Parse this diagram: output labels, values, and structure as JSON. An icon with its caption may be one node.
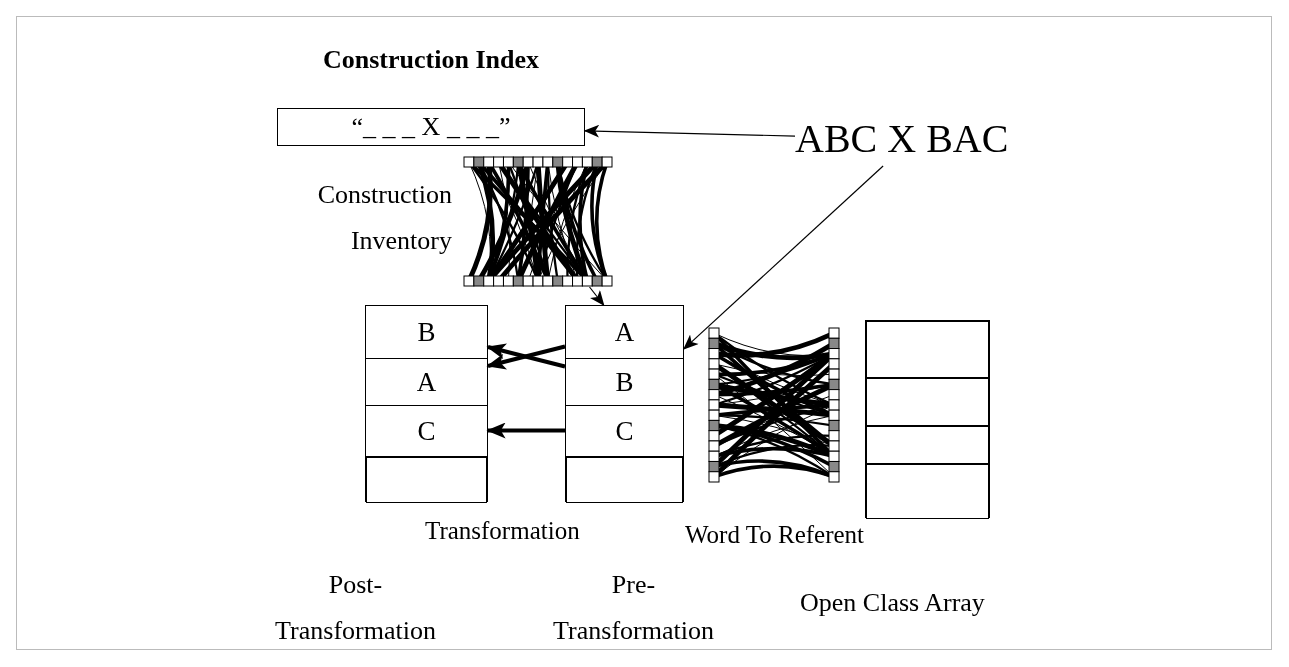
{
  "diagram": {
    "nodes": [
      {
        "text": [
          "Construction Index",
          "“_ _ _ X _ _ _”"
        ]
      },
      {
        "text": [
          "ABC X BAC"
        ]
      },
      {
        "text": [],
        "shape": "picture",
        "beside": [
          "Construction Inventory"
        ]
      },
      {
        "text": [],
        "shape": "box",
        "beside": [
          "Post- Transformation"
        ]
      },
      {
        "text": [
          "B"
        ],
        "in": 3
      },
      {
        "text": [
          "A"
        ],
        "in": 3
      },
      {
        "text": [
          "C"
        ],
        "in": 3
      },
      {
        "text": [],
        "shape": "box",
        "in": 3
      },
      {
        "text": [],
        "shape": "box",
        "beside": [
          "Pre- Transformation"
        ]
      },
      {
        "text": [
          "A"
        ],
        "in": 8
      },
      {
        "text": [
          "B"
        ],
        "in": 8
      },
      {
        "text": [
          "C"
        ],
        "in": 8
      },
      {
        "text": [],
        "shape": "box",
        "in": 8
      },
      {
        "text": [],
        "shape": "picture"
      },
      {
        "text": [],
        "shape": "box",
        "beside": [
          "Open Class Array"
        ]
      },
      {
        "text": [],
        "shape": "box",
        "in": 14
      },
      {
        "text": [],
        "shape": "box",
        "in": 14
      },
      {
        "text": [],
        "shape": "box",
        "in": 14
      },
      {
        "text": [],
        "shape": "box",
        "in": 14
      }
    ],
    "edges": [
      {
        "from": 1,
        "to": 0,
        "arrow": "to"
      },
      {
        "from": 1,
        "to": 8,
        "arrow": "to"
      },
      {
        "from": 2,
        "to": 9,
        "arrow": "to"
      },
      {
        "from": 9,
        "to": 5,
        "arrow": "to",
        "style": "thick"
      },
      {
        "from": 10,
        "to": 4,
        "arrow": "to",
        "style": "thick"
      },
      {
        "from": 11,
        "to": 6,
        "arrow": "to",
        "style": "thick"
      }
    ],
    "labels": [
      "Transformation",
      "Word To Referent"
    ]
  }
}
